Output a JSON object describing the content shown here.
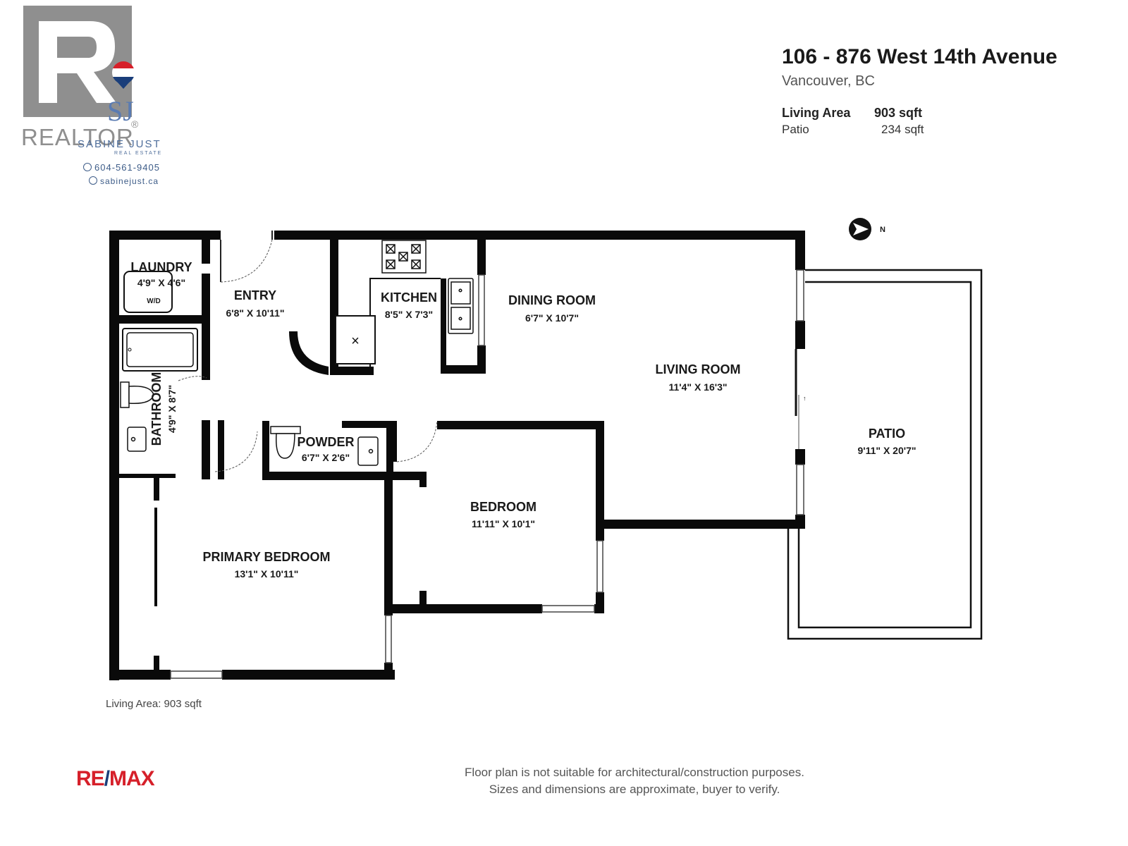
{
  "header": {
    "address": "106 - 876 West 14th Avenue",
    "city": "Vancouver, BC",
    "living_area_label": "Living Area",
    "living_area_value": "903 sqft",
    "patio_label": "Patio",
    "patio_value": "234 sqft"
  },
  "agent": {
    "realtor_word": "REALTOR",
    "monogram": "SJ",
    "name": "SABINE JUST",
    "sub": "REAL ESTATE",
    "phone": "604-561-9405",
    "website": "sabinejust.ca"
  },
  "rooms": {
    "laundry": {
      "name": "LAUNDRY",
      "dim": "4'9\" X 4'6\"",
      "fixture": "W/D"
    },
    "entry": {
      "name": "ENTRY",
      "dim": "6'8\" X 10'11\""
    },
    "kitchen": {
      "name": "KITCHEN",
      "dim": "8'5\" X 7'3\""
    },
    "dining": {
      "name": "DINING ROOM",
      "dim": "6'7\" X 10'7\""
    },
    "living": {
      "name": "LIVING ROOM",
      "dim": "11'4\" X 16'3\""
    },
    "patio": {
      "name": "PATIO",
      "dim": "9'11\" X 20'7\""
    },
    "bathroom": {
      "name": "BATHROOM",
      "dim": "4'9\" X 8'7\""
    },
    "powder": {
      "name": "POWDER",
      "dim": "6'7\" X 2'6\""
    },
    "bedroom": {
      "name": "BEDROOM",
      "dim": "11'11\" X 10'1\""
    },
    "primary": {
      "name": "PRIMARY BEDROOM",
      "dim": "13'1\" X 10'11\""
    }
  },
  "compass": {
    "label": "N"
  },
  "footer": {
    "living_area": "Living Area: 903 sqft",
    "brand_left": "RE",
    "brand_slash": "/",
    "brand_right": "MAX",
    "disclaimer_line1": "Floor plan is not suitable for architectural/construction purposes.",
    "disclaimer_line2": "Sizes and dimensions are approximate, buyer to verify."
  },
  "colors": {
    "wall": "#0a0a0a",
    "remax_red": "#d6202a",
    "remax_blue": "#1a3e7a",
    "agent_blue": "#4f6e9b"
  }
}
